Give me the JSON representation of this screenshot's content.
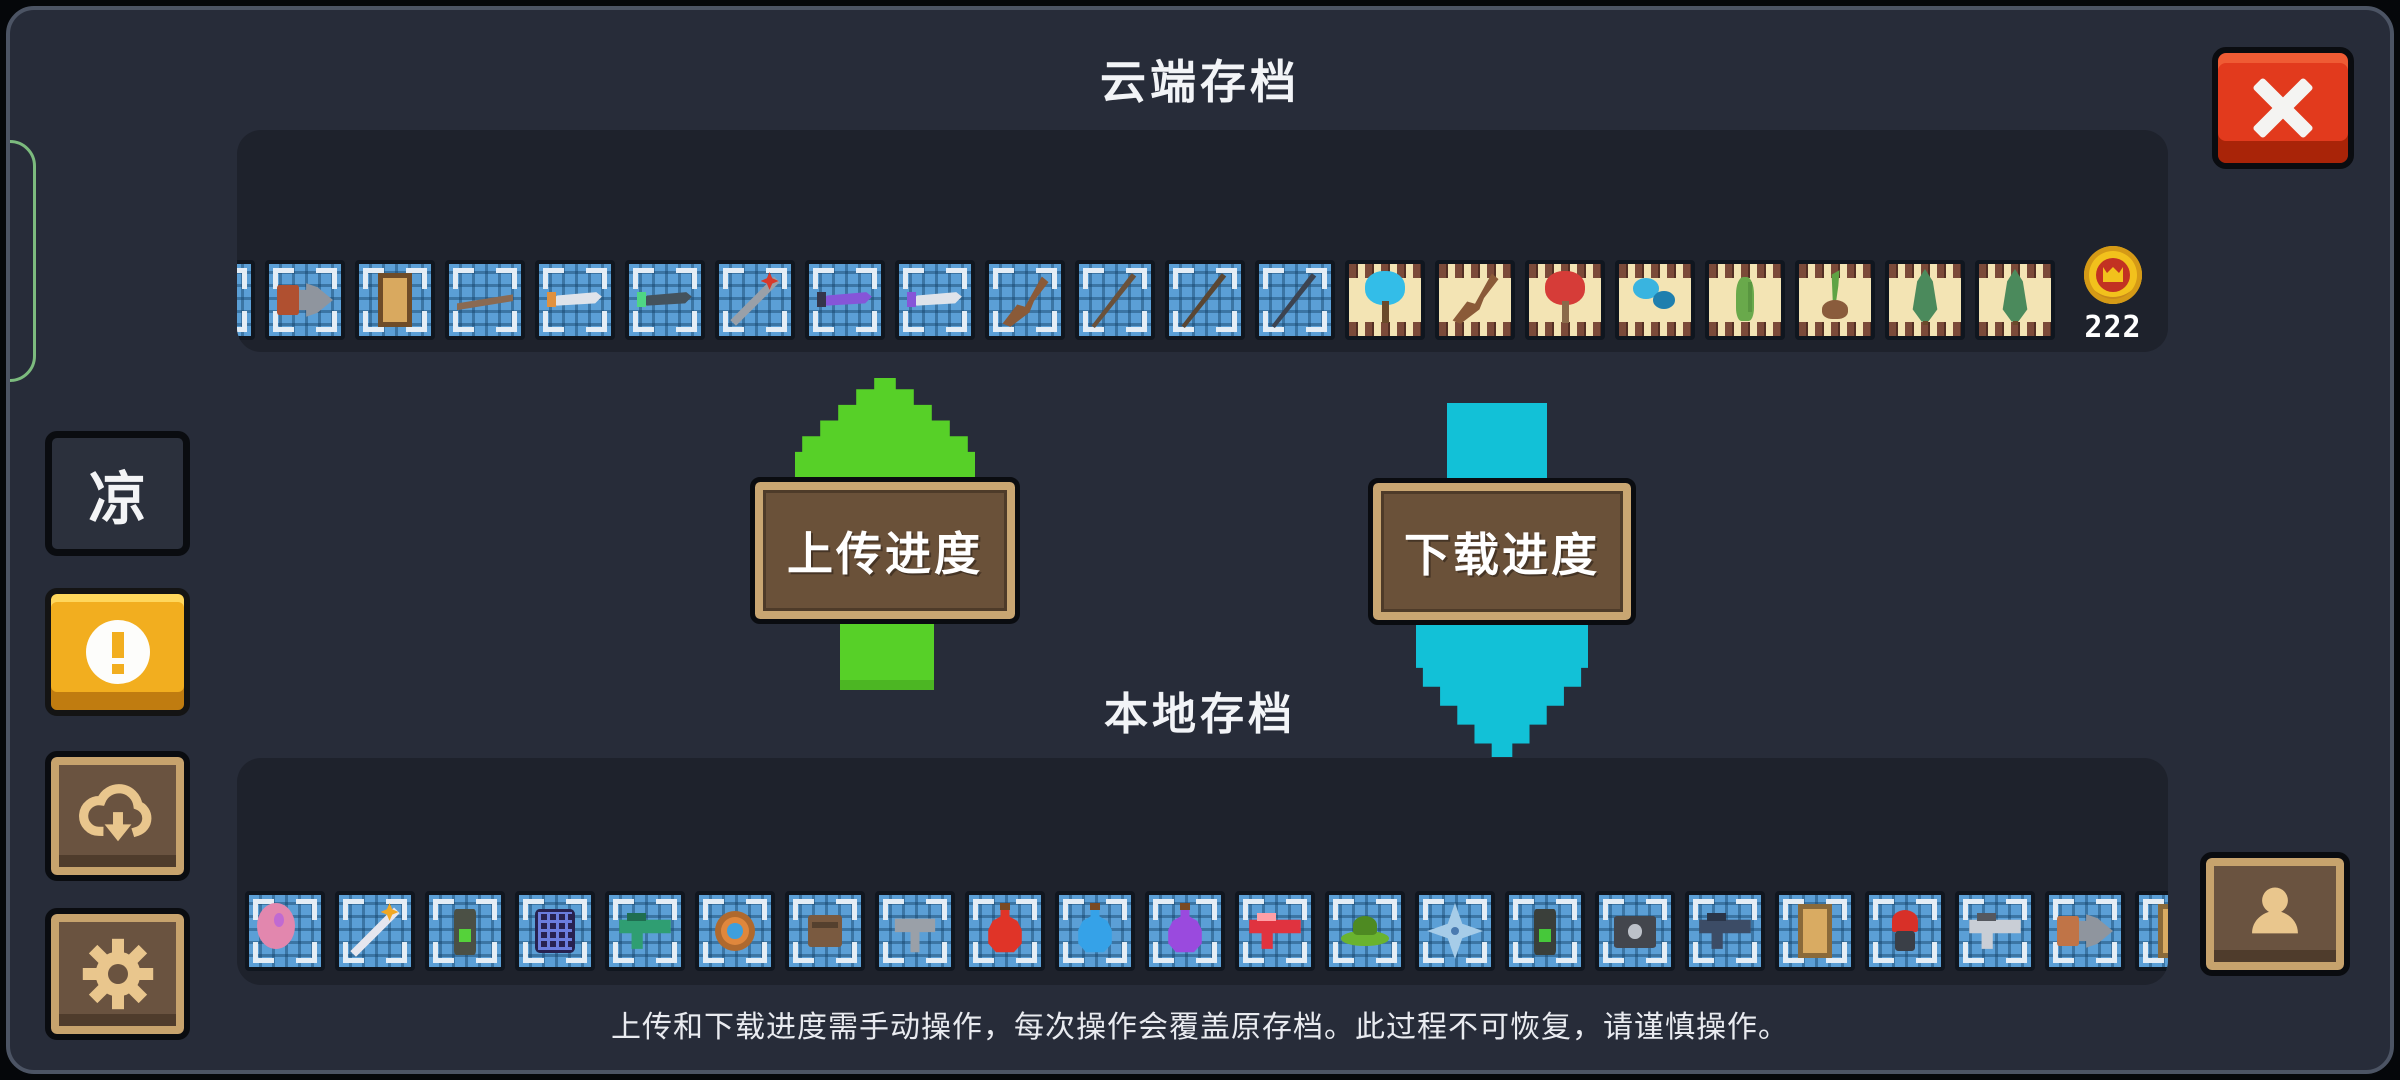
{
  "header": {
    "title": "云端存档"
  },
  "local": {
    "title": "本地存档"
  },
  "actions": {
    "upload": "上传进度",
    "download": "下载进度"
  },
  "sidebar": {
    "char_label": "凉"
  },
  "cloud": {
    "coin_count": "222"
  },
  "footer": {
    "warning": "上传和下载进度需手动操作，每次操作会覆盖原存档。此过程不可恢复，请谨慎操作。"
  },
  "colors": {
    "background": "#272c39",
    "panel": "#1e222c",
    "frame_border": "#4c5464",
    "slot_blue": "#5b9fd6",
    "slot_farm": "#f3e4b4",
    "accent_upload_green": "#57d028",
    "accent_download_cyan": "#12c1d7",
    "close_red": "#e23a1d",
    "warn_yellow": "#f2ae1f",
    "wood_brown": "#6a5340",
    "wood_tan": "#c7a36d",
    "coin_gold": "#f2c11c"
  },
  "icons": {
    "close": "x-icon",
    "warning": "exclamation-icon",
    "cloud_save": "cloud-download-icon",
    "settings": "gear-icon",
    "profile": "person-icon",
    "coin": "coin-icon",
    "upload": "up-arrow-icon",
    "download": "down-arrow-icon"
  },
  "cloud_items": [
    {
      "name": "clipped-item",
      "shape": "egg",
      "slot": "blue",
      "c1": "#c9ccd4",
      "c2": "#8a8f98"
    },
    {
      "name": "drill-gun",
      "shape": "drill",
      "slot": "blue",
      "c1": "#b05030",
      "c2": "#8f959e"
    },
    {
      "name": "wooden-door",
      "shape": "door",
      "slot": "blue",
      "c1": "#d9a95f",
      "c2": "#6f4c28"
    },
    {
      "name": "metal-rod",
      "shape": "rod",
      "slot": "blue",
      "c1": "#8a6a52",
      "c2": "#6a4e3a"
    },
    {
      "name": "white-sword",
      "shape": "sword",
      "slot": "blue",
      "c1": "#dfe3ea",
      "c2": "#e0913f"
    },
    {
      "name": "green-dagger",
      "shape": "sword",
      "slot": "blue",
      "c1": "#44525c",
      "c2": "#4fd684"
    },
    {
      "name": "star-staff",
      "shape": "staff",
      "slot": "blue",
      "c1": "#9aa0a8",
      "c2": "#d8392b"
    },
    {
      "name": "purple-sword",
      "shape": "sword",
      "slot": "blue",
      "c1": "#8655d8",
      "c2": "#35354a"
    },
    {
      "name": "purple-knife",
      "shape": "sword",
      "slot": "blue",
      "c1": "#dfe3ea",
      "c2": "#8655d8"
    },
    {
      "name": "slingshot-branch",
      "shape": "branch",
      "slot": "blue",
      "c1": "#8a5a38",
      "c2": "#6a4428"
    },
    {
      "name": "fishing-rod-1",
      "shape": "fishrod",
      "slot": "blue",
      "c1": "#6a513a",
      "c2": "#4a3826"
    },
    {
      "name": "fishing-rod-2",
      "shape": "fishrod",
      "slot": "blue",
      "c1": "#5a4632",
      "c2": "#3a2f22"
    },
    {
      "name": "fishing-rod-3",
      "shape": "fishrod",
      "slot": "blue",
      "c1": "#3c4350",
      "c2": "#2a3040"
    },
    {
      "name": "blue-tree",
      "shape": "tree",
      "slot": "farm",
      "c1": "#33bde8",
      "c2": "#6a4a2a"
    },
    {
      "name": "fallen-branch",
      "shape": "branch",
      "slot": "farm",
      "c1": "#8a5a38",
      "c2": "#6a4428"
    },
    {
      "name": "red-tree",
      "shape": "tree",
      "slot": "farm",
      "c1": "#d63c38",
      "c2": "#8a6a4a"
    },
    {
      "name": "blue-mushrooms",
      "shape": "mushroom",
      "slot": "farm",
      "c1": "#39b4e0",
      "c2": "#1f7fae"
    },
    {
      "name": "cactus",
      "shape": "cactus",
      "slot": "farm",
      "c1": "#69a94b",
      "c2": "#4e8a38"
    },
    {
      "name": "sprout",
      "shape": "sprout",
      "slot": "farm",
      "c1": "#5fa344",
      "c2": "#8a5c3c"
    },
    {
      "name": "cypress-tree-1",
      "shape": "cypress",
      "slot": "farm",
      "c1": "#4b8a5c",
      "c2": "#6a4a2a"
    },
    {
      "name": "cypress-tree-2",
      "shape": "cypress",
      "slot": "farm",
      "c1": "#4b8a5c",
      "c2": "#6a4a2a"
    }
  ],
  "local_items": [
    {
      "name": "crystal-egg",
      "shape": "egg",
      "slot": "blue",
      "c1": "#e287ae",
      "c2": "#c06ad2"
    },
    {
      "name": "scepter",
      "shape": "staff",
      "slot": "blue",
      "c1": "#e6e6ee",
      "c2": "#f0a824"
    },
    {
      "name": "walkie-talkie",
      "shape": "phone",
      "slot": "blue",
      "c1": "#4b5045",
      "c2": "#55d23a"
    },
    {
      "name": "energy-net",
      "shape": "net",
      "slot": "blue",
      "c1": "#272250",
      "c2": "#6a7ddd"
    },
    {
      "name": "green-gun",
      "shape": "gun",
      "slot": "blue",
      "c1": "#2f9e72",
      "c2": "#1f6e50"
    },
    {
      "name": "orange-disc",
      "shape": "disc",
      "slot": "blue",
      "c1": "#e0873c",
      "c2": "#3f9fdc"
    },
    {
      "name": "brown-gauntlet",
      "shape": "box",
      "slot": "blue",
      "c1": "#7a5a40",
      "c2": "#55402e"
    },
    {
      "name": "hammer",
      "shape": "hammer",
      "slot": "blue",
      "c1": "#9aa0a8",
      "c2": "#3a3f47"
    },
    {
      "name": "red-potion",
      "shape": "bottle",
      "slot": "blue",
      "c1": "#e03428",
      "c2": "#7a4a22"
    },
    {
      "name": "blue-potion",
      "shape": "bottle",
      "slot": "blue",
      "c1": "#35a2e8",
      "c2": "#7a4a22"
    },
    {
      "name": "purple-potion",
      "shape": "bottle",
      "slot": "blue",
      "c1": "#9a4ade",
      "c2": "#7a4a22"
    },
    {
      "name": "price-scanner",
      "shape": "gun",
      "slot": "blue",
      "c1": "#e0333f",
      "c2": "#ff9fa6"
    },
    {
      "name": "green-hat",
      "shape": "hat",
      "slot": "blue",
      "c1": "#6ab32f",
      "c2": "#4e8a22"
    },
    {
      "name": "blue-shuriken",
      "shape": "star4",
      "slot": "blue",
      "c1": "#a6cce8",
      "c2": "#4a7ab0"
    },
    {
      "name": "calculator",
      "shape": "phone",
      "slot": "blue",
      "c1": "#3a3f3a",
      "c2": "#46c83a"
    },
    {
      "name": "camera",
      "shape": "camera",
      "slot": "blue",
      "c1": "#43464d",
      "c2": "#bcc1c9"
    },
    {
      "name": "dark-gun",
      "shape": "gun",
      "slot": "blue",
      "c1": "#3c4c66",
      "c2": "#2a3549"
    },
    {
      "name": "wooden-dresser",
      "shape": "door",
      "slot": "blue",
      "c1": "#d9ab62",
      "c2": "#8a6a3a"
    },
    {
      "name": "red-bomb",
      "shape": "bomb",
      "slot": "blue",
      "c1": "#d83028",
      "c2": "#3a3f47"
    },
    {
      "name": "revolver",
      "shape": "gun",
      "slot": "blue",
      "c1": "#c9ced6",
      "c2": "#55585f"
    },
    {
      "name": "hand-drill",
      "shape": "drill",
      "slot": "blue",
      "c1": "#c07447",
      "c2": "#8f959e"
    },
    {
      "name": "door-clipped",
      "shape": "door",
      "slot": "blue",
      "c1": "#d9ab62",
      "c2": "#8a6a3a"
    }
  ]
}
